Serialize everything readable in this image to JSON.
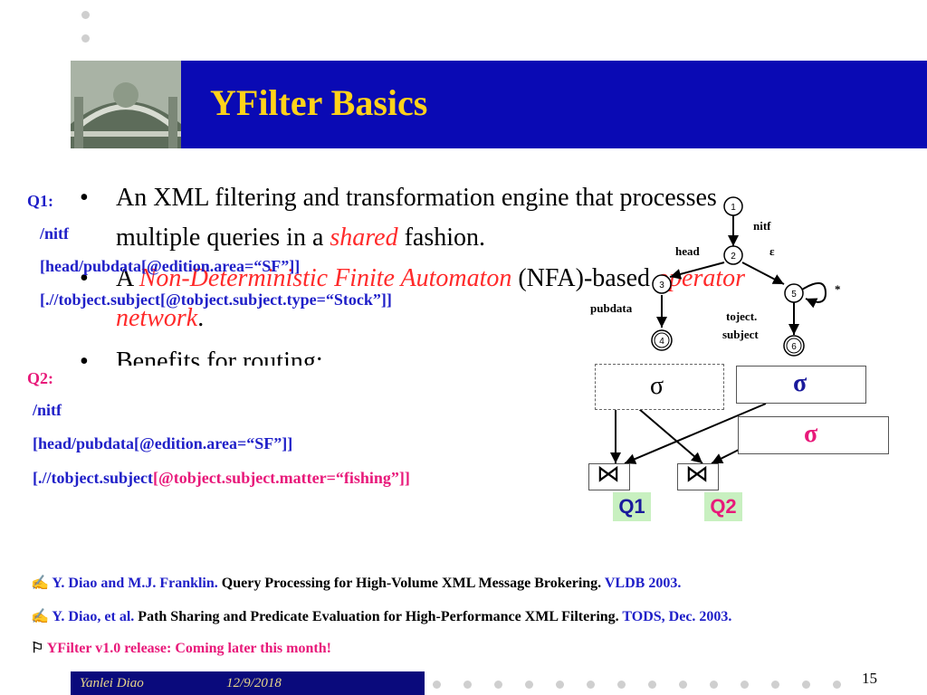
{
  "title": "YFilter Basics",
  "bullets": {
    "b1_a": "An XML filtering and transformation engine that processes",
    "b1_b_pre": "multiple queries in a ",
    "b1_b_em": "shared",
    "b1_b_post": " fashion.",
    "b2_a_pre": "A ",
    "b2_a_em": "Non-Deterministic Finite Automaton",
    "b2_a_mid": " (NFA)-based ",
    "b2_a_em2": "operator",
    "b2_b_em": "network",
    "b2_b_post": ".",
    "b3": "Benefits for routing:",
    "bullet_char": "•"
  },
  "q1": {
    "label": "Q1:",
    "line1": "/nitf",
    "line2": "[head/pubdata[@edition.area=“SF”]]",
    "line3": "[.//tobject.subject[@tobject.subject.type=“Stock”]]"
  },
  "q2": {
    "label": "Q2:",
    "line1": "/nitf",
    "line2": "[head/pubdata[@edition.area=“SF”]]",
    "line3_pre": "[.//tobject.subject",
    "line3_post": "[@tobject.subject.matter=“fishing”]]"
  },
  "nfa": {
    "nodes": [
      "1",
      "2",
      "3",
      "4",
      "5",
      "6"
    ],
    "labels": {
      "nitf": "nitf",
      "head": "head",
      "epsilon": "ε",
      "pubdata": "pubdata",
      "toject": "toject.",
      "subject": "subject",
      "star": "*"
    }
  },
  "operators": {
    "sigma": "σ",
    "join": "⋈",
    "q1_tag": "Q1",
    "q2_tag": "Q2"
  },
  "refs": [
    {
      "icon": "✍",
      "authors": "Y. Diao and M.J. Franklin.",
      "title": " Query Processing for High-Volume XML Message Brokering. ",
      "venue": "VLDB 2003."
    },
    {
      "icon": "✍",
      "authors": "Y. Diao, et al.",
      "title": " Path Sharing and Predicate Evaluation for High-Performance XML Filtering. ",
      "venue": "TODS,  Dec. 2003."
    }
  ],
  "release": {
    "icon": "⚐",
    "text": "YFilter v1.0 release: Coming later this month!"
  },
  "footer": {
    "name": "Yanlei Diao",
    "date": "12/9/2018",
    "page": "15"
  },
  "colors": {
    "title_band": "#0a0ab4",
    "title_text": "#ffd21a",
    "q1_text": "#1f1fc8",
    "q2_text": "#e8197a",
    "emphasis_red": "#ff2a2a",
    "tag_green": "#c8f0c0"
  }
}
